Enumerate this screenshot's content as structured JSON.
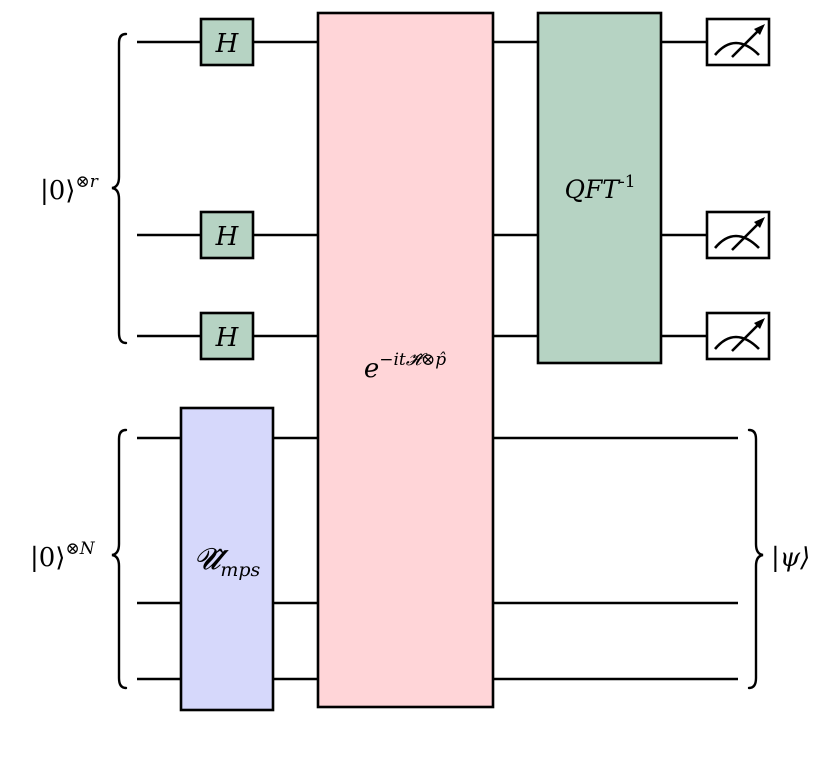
{
  "colors": {
    "hadamard_fill": "#b6d3c3",
    "qft_fill": "#b6d3c3",
    "evolution_fill": "#ffd5d8",
    "mps_fill": "#d6d8fb",
    "meter_fill": "#ffffff",
    "line": "#000000"
  },
  "inputs": {
    "register": {
      "ket": "|0⟩",
      "power": "⊗r"
    },
    "system": {
      "ket": "|0⟩",
      "power": "⊗N"
    }
  },
  "gates": {
    "hadamard": [
      "H",
      "H",
      "H"
    ],
    "evolution": {
      "base": "e",
      "exponent": "−it𝓗̂⊗p̂"
    },
    "qft": {
      "base": "QFT",
      "exponent": "-1"
    },
    "mps": {
      "base": "𝓤̂",
      "subscript": "mps"
    }
  },
  "output": {
    "state": "|ψ⟩"
  },
  "measurements": [
    {
      "name": "meter-icon"
    },
    {
      "name": "meter-icon"
    },
    {
      "name": "meter-icon"
    }
  ]
}
